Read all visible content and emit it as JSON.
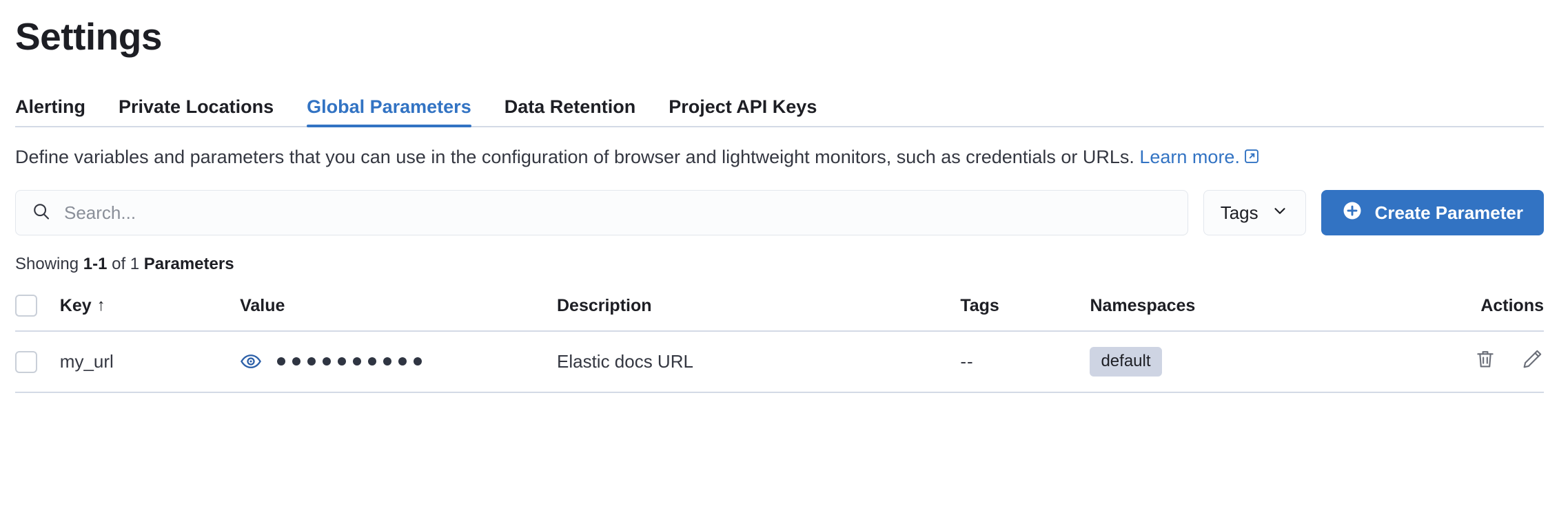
{
  "page": {
    "title": "Settings"
  },
  "tabs": [
    {
      "label": "Alerting",
      "active": false
    },
    {
      "label": "Private Locations",
      "active": false
    },
    {
      "label": "Global Parameters",
      "active": true
    },
    {
      "label": "Data Retention",
      "active": false
    },
    {
      "label": "Project API Keys",
      "active": false
    }
  ],
  "description": {
    "text": "Define variables and parameters that you can use in the configuration of browser and lightweight monitors, such as credentials or URLs. ",
    "link_label": "Learn more.",
    "external_icon": "external-link-icon"
  },
  "controls": {
    "search": {
      "placeholder": "Search...",
      "value": "",
      "icon": "search-icon"
    },
    "tags_filter": {
      "label": "Tags",
      "icon": "chevron-down-icon"
    },
    "create_button": {
      "label": "Create Parameter",
      "icon": "plus-circle-icon"
    }
  },
  "results": {
    "showing_prefix": "Showing ",
    "range": "1-1",
    "middle": " of 1 ",
    "entity": "Parameters"
  },
  "table": {
    "columns": [
      {
        "key": "select",
        "label": ""
      },
      {
        "key": "key",
        "label": "Key",
        "sort": "asc",
        "sort_glyph": "↑"
      },
      {
        "key": "value",
        "label": "Value"
      },
      {
        "key": "description",
        "label": "Description"
      },
      {
        "key": "tags",
        "label": "Tags"
      },
      {
        "key": "namespaces",
        "label": "Namespaces"
      },
      {
        "key": "actions",
        "label": "Actions"
      }
    ],
    "rows": [
      {
        "selected": false,
        "key": "my_url",
        "value_masked": true,
        "value_mask_dots": 10,
        "value_reveal_icon": "eye-icon",
        "description": "Elastic docs URL",
        "tags": "--",
        "namespaces": [
          "default"
        ],
        "actions": [
          "trash-icon",
          "pencil-icon"
        ]
      }
    ]
  },
  "colors": {
    "accent": "#3273C3",
    "text": "#343741",
    "heading": "#1D1E24",
    "border": "#D3DAE6",
    "badge_bg": "#CED4E3",
    "surface": "#FBFCFD"
  }
}
